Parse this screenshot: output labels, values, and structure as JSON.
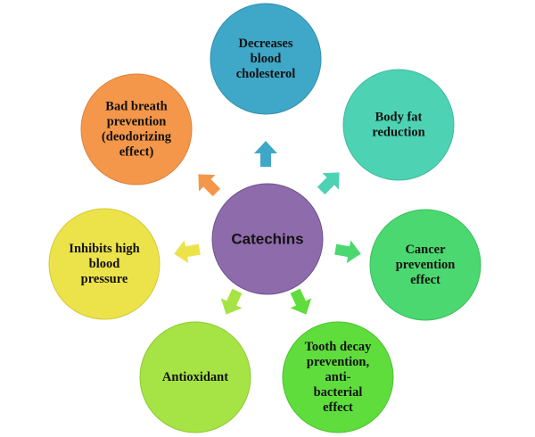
{
  "center": {
    "id": "catechins",
    "label": "Catechins",
    "color": "#8E6BAA",
    "stroke": "#6F5390"
  },
  "nodes": [
    {
      "id": "cholesterol",
      "lines": [
        "Decreases",
        "blood",
        "cholesterol"
      ],
      "color": "#3FA7C7",
      "stroke": "#3590AE",
      "arrow_color": "#3FA7C7"
    },
    {
      "id": "body-fat",
      "lines": [
        "Body fat",
        "reduction"
      ],
      "color": "#4DD3B4",
      "stroke": "#3FBA9C",
      "arrow_color": "#4DD3B4"
    },
    {
      "id": "cancer",
      "lines": [
        "Cancer",
        "prevention",
        "effect"
      ],
      "color": "#4CD870",
      "stroke": "#3BBE5C",
      "arrow_color": "#4CD870"
    },
    {
      "id": "tooth-decay",
      "lines": [
        "Tooth decay",
        "prevention,",
        "anti-",
        "bacterial",
        "effect"
      ],
      "color": "#5FDD3D",
      "stroke": "#4CC22F",
      "arrow_color": "#5FDD3D"
    },
    {
      "id": "antioxidant",
      "lines": [
        "Antioxidant"
      ],
      "color": "#A6E344",
      "stroke": "#8FC935",
      "arrow_color": "#A6E344"
    },
    {
      "id": "blood-pressure",
      "lines": [
        "Inhibits high",
        "blood",
        "pressure"
      ],
      "color": "#ECE24A",
      "stroke": "#D3C93A",
      "arrow_color": "#ECE24A"
    },
    {
      "id": "bad-breath",
      "lines": [
        "Bad breath",
        "prevention",
        "(deodorizing",
        "effect)"
      ],
      "color": "#F4974A",
      "stroke": "#DD823A",
      "arrow_color": "#F4974A"
    }
  ]
}
